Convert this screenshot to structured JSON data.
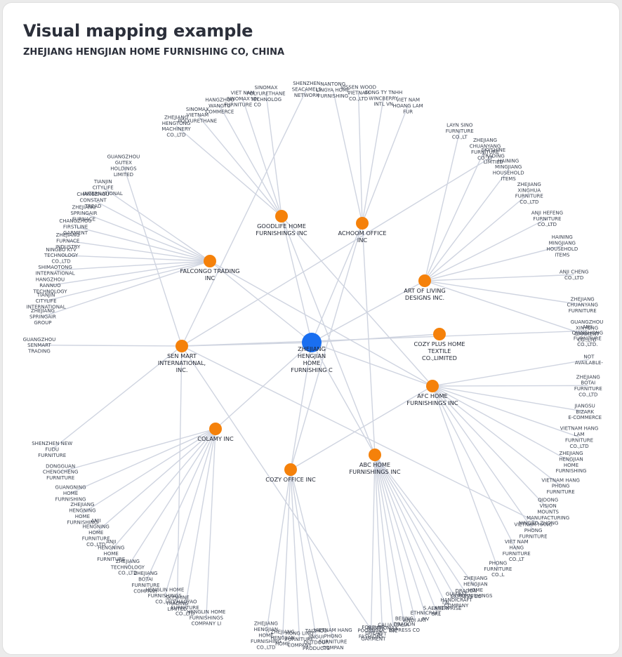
{
  "header": {
    "title": "Visual mapping example",
    "subtitle": "ZHEJIANG HENGJIAN HOME FURNISHING CO, CHINA"
  },
  "colors": {
    "center_node": "#1a6ff0",
    "hub_node": "#f5810a",
    "edge": "#cfd4e0",
    "text": "#2b2f3a"
  },
  "graph": {
    "center": {
      "id": "center",
      "label": "ZHEJIANG HENGJIAN HOME FURNISHING C"
    },
    "hubs": [
      {
        "id": "goodlife",
        "label": "GOODLIFE HOME FURNISHINGS INC"
      },
      {
        "id": "achoom",
        "label": "ACHOOM OFFICE INC"
      },
      {
        "id": "falcongo",
        "label": "FALCONGO TRADING INC"
      },
      {
        "id": "artofliving",
        "label": "ART OF LIVING DESIGNS INC."
      },
      {
        "id": "cozyplus",
        "label": "COZY PLUS HOME TEXTILE CO.,LIMITED"
      },
      {
        "id": "senmart",
        "label": "SEN MART INTERNATIONAL, INC."
      },
      {
        "id": "afc",
        "label": "AFC HOME FURNISHINGS INC"
      },
      {
        "id": "colamy",
        "label": "COLAMY INC"
      },
      {
        "id": "abc",
        "label": "ABC HOME FURNISHINGS INC"
      },
      {
        "id": "cozyoffice",
        "label": "COZY OFFICE INC"
      }
    ],
    "leaves": [
      {
        "hub": "goodlife",
        "label": "ZHEJIANG HENGTONG MACHINERY CO.,LTD"
      },
      {
        "hub": "goodlife",
        "label": "SINOMAX VIETNAM POLYURETHANE"
      },
      {
        "hub": "goodlife",
        "label": "HANGZHOU WANGTO COMMERCE"
      },
      {
        "hub": "goodlife",
        "label": "VIET NAM SINOMAX VN FURNITURE CO"
      },
      {
        "hub": "goodlife",
        "label": "SINOMAX POLYURETHANE TECHNOLOG"
      },
      {
        "hub": "achoom",
        "label": "NANTONG LINGYA HOME FURNISHING"
      },
      {
        "hub": "achoom",
        "label": "VISSEN WOOD VIETNAM CO.,LTD"
      },
      {
        "hub": "achoom",
        "label": "CONG TY TNHH WINCBERRY INTL VN"
      },
      {
        "hub": "achoom",
        "label": "VIET NAM HOANG LAM FUR"
      },
      {
        "hub": "falcongo",
        "label": "TIANJIN CITYLIFE INTERNATIONAL"
      },
      {
        "hub": "falcongo",
        "label": "CHANGZHOU CONSTANT TREAD"
      },
      {
        "hub": "falcongo",
        "label": "ZHEJIANG SPRINGAIR FURNACE"
      },
      {
        "hub": "falcongo",
        "label": "CHANGZHOU FIRSTLINE GARMENT"
      },
      {
        "hub": "falcongo",
        "label": "ZHEJIANG FURNACE INDUSTRY"
      },
      {
        "hub": "falcongo",
        "label": "NINGBO KTV TECHNOLOGY CO.,LTD"
      },
      {
        "hub": "falcongo",
        "label": "SHIMAOTONG INTERNATIONAL"
      },
      {
        "hub": "falcongo",
        "label": "HANGZHOU RANNUO TECHNOLOGY"
      },
      {
        "hub": "falcongo",
        "label": "TIANJIN CITYLIFE INTERNATIONAL"
      },
      {
        "hub": "falcongo",
        "label": "ZHEJIANG SPRINGAIR GROUP"
      },
      {
        "hub": "senmart",
        "label": "GUANGZHOU SENMART TRADING"
      },
      {
        "hub": "senmart",
        "label": "GUANGZHOU GUTEX HOLDINGS LIMITED"
      },
      {
        "hub": "senmart",
        "label": "SHENZHEN SEACAMELS NETWORK"
      },
      {
        "hub": "senmart",
        "label": "SKYSHINE TRADING LIMTIED"
      },
      {
        "hub": "senmart",
        "label": "GUANGZHOU XINYONG GARMENT CO.,LTD"
      },
      {
        "hub": "senmart",
        "label": "NINGBO ZHONG"
      },
      {
        "hub": "senmart",
        "label": "FOREVER GREAT GARMENT"
      },
      {
        "hub": "senmart",
        "label": "SKYSHINE TRADING LIMITED"
      },
      {
        "hub": "senmart",
        "label": "SHENZHEN NEW FUDU FURNITURE"
      },
      {
        "hub": "artofliving",
        "label": "LAYN SINO FURNITURE CO.,LT"
      },
      {
        "hub": "artofliving",
        "label": "ZHEJIANG CHUANYANG FURNITURE CO.,LT"
      },
      {
        "hub": "artofliving",
        "label": "HAINING MINGJIANG HOUSEHOLD ITEMS"
      },
      {
        "hub": "artofliving",
        "label": "ZHEJIANG XINGHUA FURNITURE CO.,LTD"
      },
      {
        "hub": "artofliving",
        "label": "ANJI HEFENG FURNITURE CO.,LTD"
      },
      {
        "hub": "artofliving",
        "label": "HAINING MINGJIANG HOUSEHOLD ITEMS"
      },
      {
        "hub": "artofliving",
        "label": "ANJI CHENG CO.,LTD"
      },
      {
        "hub": "artofliving",
        "label": "ZHEJIANG CHUANYANG FURNITURE"
      },
      {
        "hub": "artofliving",
        "label": "ANJI QIANGHONG FURNITURE CO.,LTD."
      },
      {
        "hub": "afc",
        "label": "NOT AVAILABLE-"
      },
      {
        "hub": "afc",
        "label": "ZHEJIANG BOTAI FURNITURE CO.,LTD"
      },
      {
        "hub": "afc",
        "label": "JIANGSU BIZARK E-COMMERCE"
      },
      {
        "hub": "afc",
        "label": "VIETNAM HANG LAM FURNITURE CO.,LTD"
      },
      {
        "hub": "afc",
        "label": "ZHEJIANG HENGJIAN HOME FURNISHING"
      },
      {
        "hub": "afc",
        "label": "VIETNAM HANG PHONG FURNITURE"
      },
      {
        "hub": "afc",
        "label": "QIDONG VISION MOUNTS MANUFACTURING"
      },
      {
        "hub": "afc",
        "label": "VIETNAM HANG PHONG FURNITURE"
      },
      {
        "hub": "afc",
        "label": "VIET NAM HANG FURNITURE CO.,LT"
      },
      {
        "hub": "afc",
        "label": "PHONG FURNITURE CO.,L"
      },
      {
        "hub": "abc",
        "label": "ZHEJIANG HENGJIAN HOME FURNISHINGS"
      },
      {
        "hub": "abc",
        "label": "DRAGON EXPRESS CO"
      },
      {
        "hub": "abc",
        "label": "GUJARAT HANDICRAFT COMPANY"
      },
      {
        "hub": "abc",
        "label": "I.N. ENTERPRISE"
      },
      {
        "hub": "abc",
        "label": "S.A. ANTIX SRL"
      },
      {
        "hub": "abc",
        "label": "ETHNICRAFT NV"
      },
      {
        "hub": "abc",
        "label": "ANDI ART"
      },
      {
        "hub": "abc",
        "label": "BEIJING DRAGON EXPRESS CO"
      },
      {
        "hub": "abc",
        "label": "CALIA ITALIA INC"
      },
      {
        "hub": "abc",
        "label": "AUSTROMAX KFT"
      },
      {
        "hub": "abc",
        "label": "POORNIMA FASHIONS"
      },
      {
        "hub": "cozyoffice",
        "label": "VIETNAM HANG PHONG FURNITURE COMPAN"
      },
      {
        "hub": "cozyoffice",
        "label": "TAIZHOU JINGUI OUTDOOR PRODUCTS"
      },
      {
        "hub": "cozyoffice",
        "label": "HONG LING FURNITURE COMPANY"
      },
      {
        "hub": "cozyoffice",
        "label": "ZHEJIANG HENGJIAN HOME"
      },
      {
        "hub": "cozyoffice",
        "label": "ZHEJIANG HENGJIAN HOME FURNISHING CO.,LTD"
      },
      {
        "hub": "colamy",
        "label": "DONGGUAN CHENGCHENG FURNITURE"
      },
      {
        "hub": "colamy",
        "label": "GUANGNING HOME FURNISHING"
      },
      {
        "hub": "colamy",
        "label": "ZHEJIANG HENGNING HOME FURNISHING"
      },
      {
        "hub": "colamy",
        "label": "ANJI HENGNING HOME FURNITURE CO.,LTD"
      },
      {
        "hub": "colamy",
        "label": "ANJI HENGNING HOME FURNITURE"
      },
      {
        "hub": "colamy",
        "label": "ZHEJIANG TECHNOLOGY CO.,LTD"
      },
      {
        "hub": "colamy",
        "label": "ZHEJIANG BOTAI FURNITURE COMPANY"
      },
      {
        "hub": "colamy",
        "label": "HENGLIN HOME FURNISHINGS CO.,LTD"
      },
      {
        "hub": "colamy",
        "label": "ZHAOYAO FURNITURE CO.,LTD"
      },
      {
        "hub": "colamy",
        "label": "HENGLIN HOME FURNISHINGS COMPANY LI"
      }
    ]
  }
}
